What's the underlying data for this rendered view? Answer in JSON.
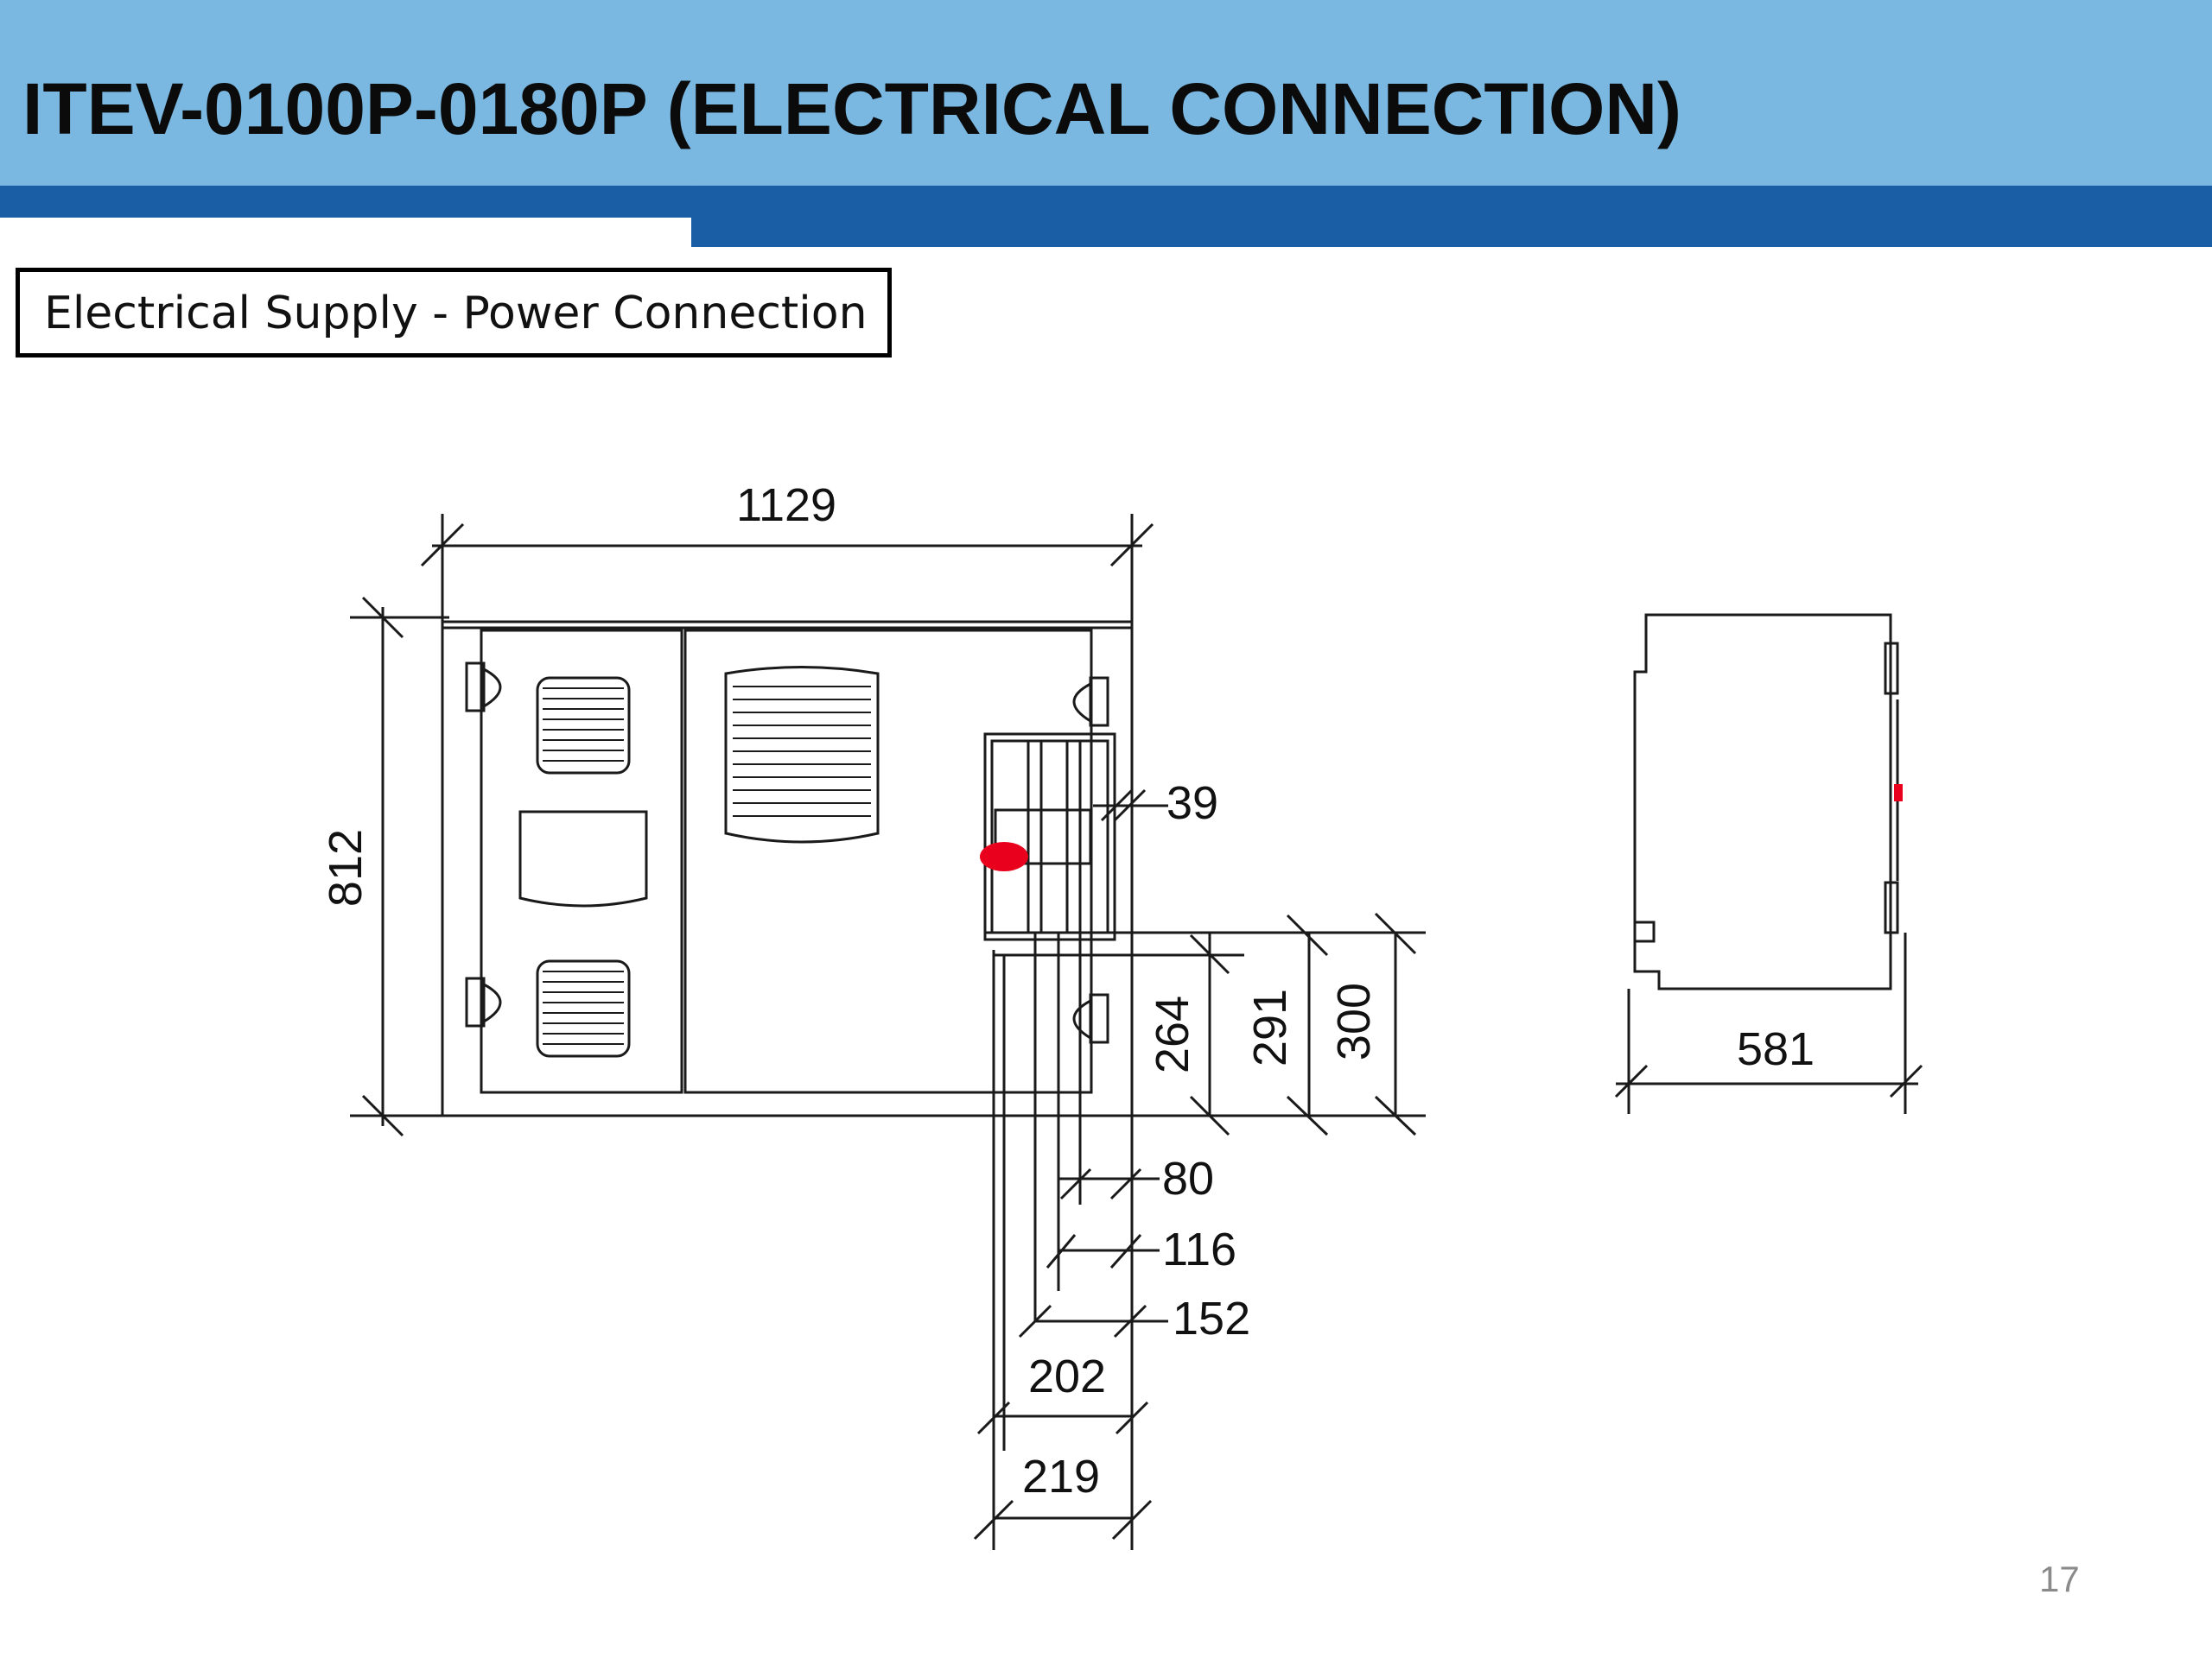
{
  "header": {
    "title": "ITEV-0100P-0180P (ELECTRICAL CONNECTION)",
    "colors": {
      "light": "#7ab8e2",
      "dark": "#1a5ea6"
    }
  },
  "section": {
    "label": "Electrical Supply - Power Connection"
  },
  "drawing": {
    "dimensions": {
      "width": "1129",
      "height": "812",
      "d39": "39",
      "d264": "264",
      "d291": "291",
      "d300": "300",
      "d80": "80",
      "d116": "116",
      "d152": "152",
      "d202": "202",
      "d219": "219",
      "depth": "581"
    },
    "accent_color": "#e8001c"
  },
  "footer": {
    "page_number": "17"
  }
}
